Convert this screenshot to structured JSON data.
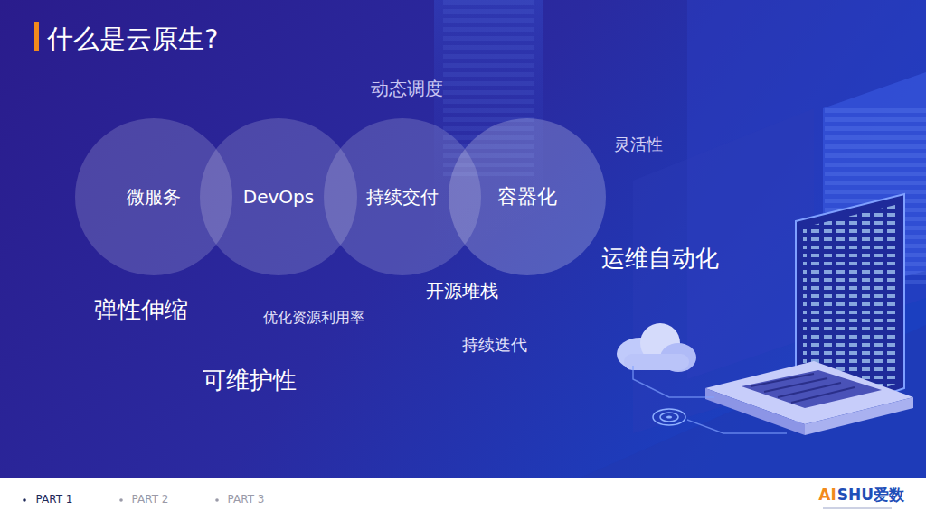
{
  "diagram": {
    "title": "什么是云原生?",
    "nodes": [
      {
        "text": [
          "微服务"
        ]
      },
      {
        "text": [
          "DevOps"
        ]
      },
      {
        "text": [
          "持续交付"
        ]
      },
      {
        "text": [
          "容器化"
        ]
      }
    ],
    "edges": [],
    "labels": [
      "动态调度",
      "灵活性",
      "运维自动化",
      "开源堆栈",
      "弹性伸缩",
      "优化资源利用率",
      "持续迭代",
      "可维护性",
      "PART 1",
      "PART 2",
      "PART 3",
      "AI",
      "SHU爱数"
    ]
  }
}
